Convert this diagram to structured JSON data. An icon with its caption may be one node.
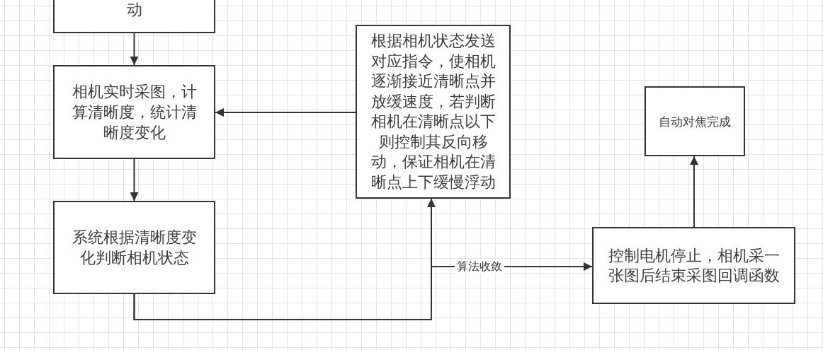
{
  "diagram": {
    "nodes": [
      {
        "text": [
          "动"
        ]
      },
      {
        "text": [
          "相机实时采图，计算清晰度，统计清晰度变化"
        ]
      },
      {
        "text": [
          "系统根据清晰度变化判断相机状态"
        ]
      },
      {
        "text": [
          "根据相机状态发送对应指令，使相机逐渐接近清晰点并放缓速度，若判断相机在清晰点以下则控制其反向移动，保证相机在清晰点上下缓慢浮动"
        ]
      },
      {
        "text": [
          "控制电机停止，相机采一张图后结束采图回调函数"
        ]
      },
      {
        "text": [
          "自动对焦完成"
        ]
      }
    ],
    "edges": [
      {
        "from": 0,
        "to": 1,
        "arrow": "to"
      },
      {
        "from": 1,
        "to": 2,
        "arrow": "to"
      },
      {
        "from": 2,
        "to": 3,
        "arrow": "to"
      },
      {
        "from": 3,
        "to": 1,
        "arrow": "to"
      },
      {
        "from": 2,
        "to": 4,
        "arrow": "to",
        "label": "算法收敛"
      },
      {
        "from": 4,
        "to": 5,
        "arrow": "to"
      }
    ]
  }
}
